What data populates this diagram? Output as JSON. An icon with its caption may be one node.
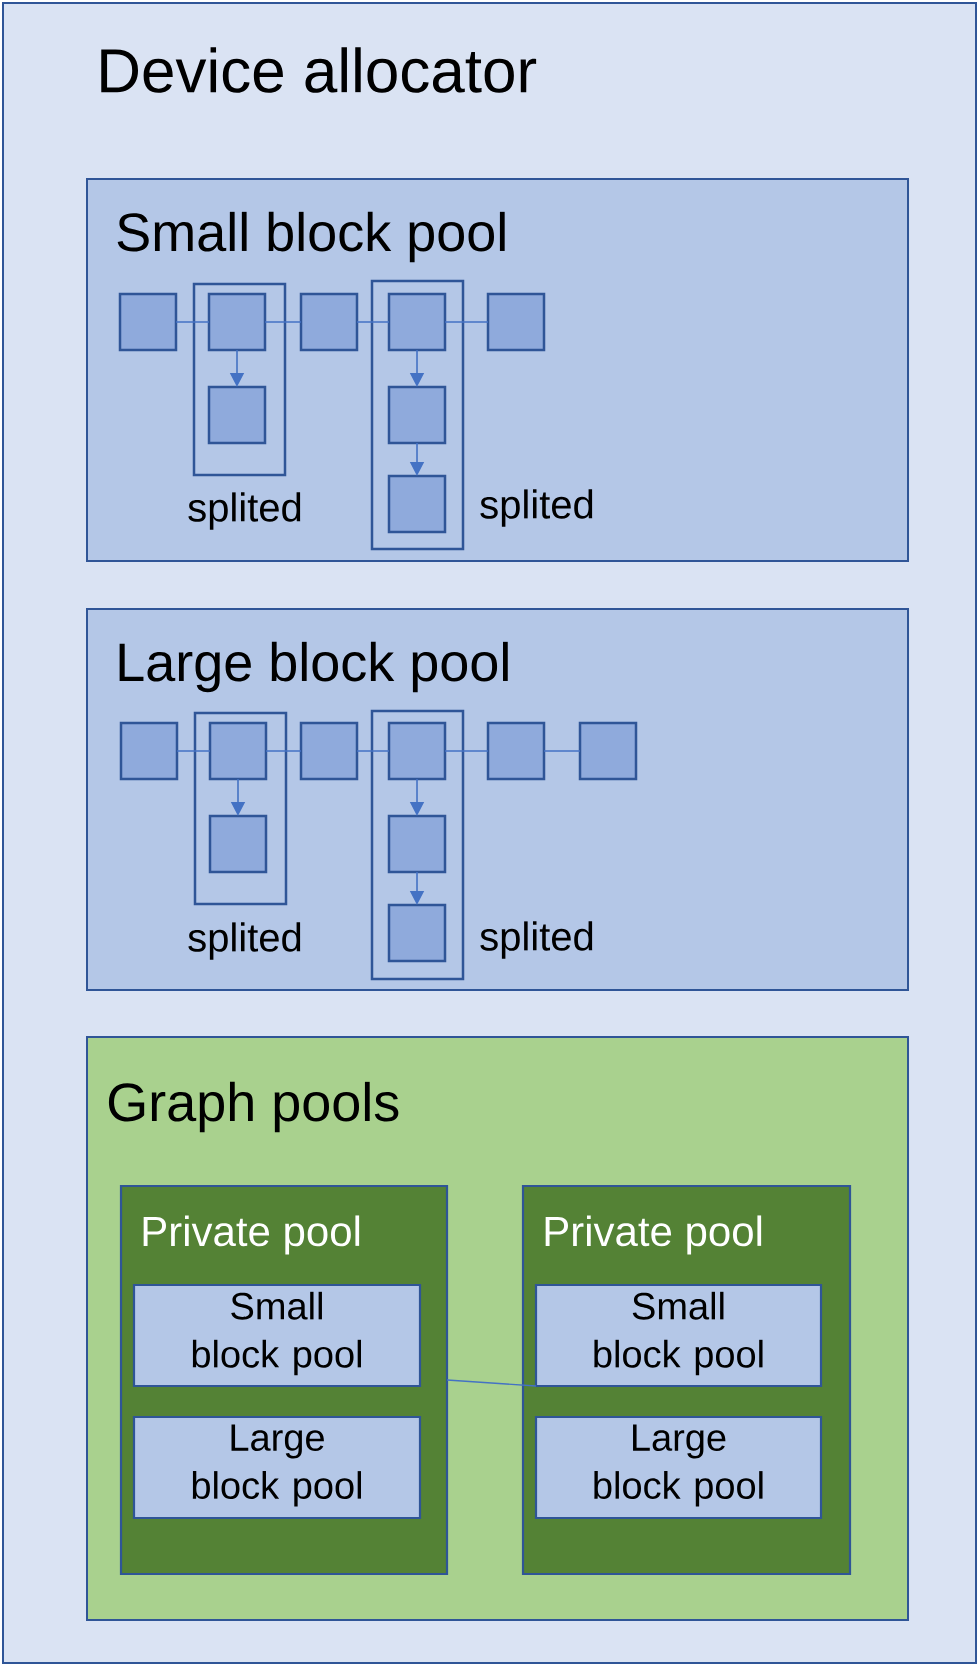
{
  "diagram": {
    "nodes": [
      {
        "text": [
          "Device allocator"
        ]
      },
      {
        "text": [
          "Small block pool"
        ],
        "in": 0
      },
      {
        "text": [],
        "shape": "box",
        "in": 1
      },
      {
        "text": [],
        "shape": "box",
        "in": 1,
        "beside": [
          "splited"
        ]
      },
      {
        "text": [],
        "shape": "box",
        "in": 3
      },
      {
        "text": [],
        "shape": "box",
        "in": 3
      },
      {
        "text": [],
        "shape": "box",
        "in": 1
      },
      {
        "text": [],
        "shape": "box",
        "in": 1,
        "beside": [
          "splited"
        ]
      },
      {
        "text": [],
        "shape": "box",
        "in": 7
      },
      {
        "text": [],
        "shape": "box",
        "in": 7
      },
      {
        "text": [],
        "shape": "box",
        "in": 7
      },
      {
        "text": [],
        "shape": "box",
        "in": 1
      },
      {
        "text": [
          "Large block pool"
        ],
        "in": 0
      },
      {
        "text": [],
        "shape": "box",
        "in": 12
      },
      {
        "text": [],
        "shape": "box",
        "in": 12,
        "beside": [
          "splited"
        ]
      },
      {
        "text": [],
        "shape": "box",
        "in": 14
      },
      {
        "text": [],
        "shape": "box",
        "in": 14
      },
      {
        "text": [],
        "shape": "box",
        "in": 12
      },
      {
        "text": [],
        "shape": "box",
        "in": 12,
        "beside": [
          "splited"
        ]
      },
      {
        "text": [],
        "shape": "box",
        "in": 18
      },
      {
        "text": [],
        "shape": "box",
        "in": 18
      },
      {
        "text": [],
        "shape": "box",
        "in": 18
      },
      {
        "text": [],
        "shape": "box",
        "in": 12
      },
      {
        "text": [],
        "shape": "box",
        "in": 12
      },
      {
        "text": [
          "Graph pools"
        ],
        "in": 0
      },
      {
        "text": [
          "Private pool"
        ],
        "in": 24
      },
      {
        "text": [
          "Small block pool"
        ],
        "in": 25
      },
      {
        "text": [
          "Large block pool"
        ],
        "in": 25
      },
      {
        "text": [
          "Private pool"
        ],
        "in": 24
      },
      {
        "text": [
          "Small block pool"
        ],
        "in": 28
      },
      {
        "text": [
          "Large block pool"
        ],
        "in": 28
      }
    ],
    "edges": [
      {
        "from": 2,
        "to": 4,
        "arrow": "none"
      },
      {
        "from": 4,
        "to": 6,
        "arrow": "none"
      },
      {
        "from": 6,
        "to": 8,
        "arrow": "none"
      },
      {
        "from": 8,
        "to": 11,
        "arrow": "none"
      },
      {
        "from": 4,
        "to": 5,
        "arrow": "to"
      },
      {
        "from": 8,
        "to": 9,
        "arrow": "to"
      },
      {
        "from": 9,
        "to": 10,
        "arrow": "to"
      },
      {
        "from": 13,
        "to": 15,
        "arrow": "none"
      },
      {
        "from": 15,
        "to": 17,
        "arrow": "none"
      },
      {
        "from": 17,
        "to": 19,
        "arrow": "none"
      },
      {
        "from": 19,
        "to": 22,
        "arrow": "none"
      },
      {
        "from": 22,
        "to": 23,
        "arrow": "none"
      },
      {
        "from": 15,
        "to": 16,
        "arrow": "to"
      },
      {
        "from": 19,
        "to": 20,
        "arrow": "to"
      },
      {
        "from": 20,
        "to": 21,
        "arrow": "to"
      },
      {
        "from": 25,
        "to": 29,
        "arrow": "none"
      }
    ]
  }
}
